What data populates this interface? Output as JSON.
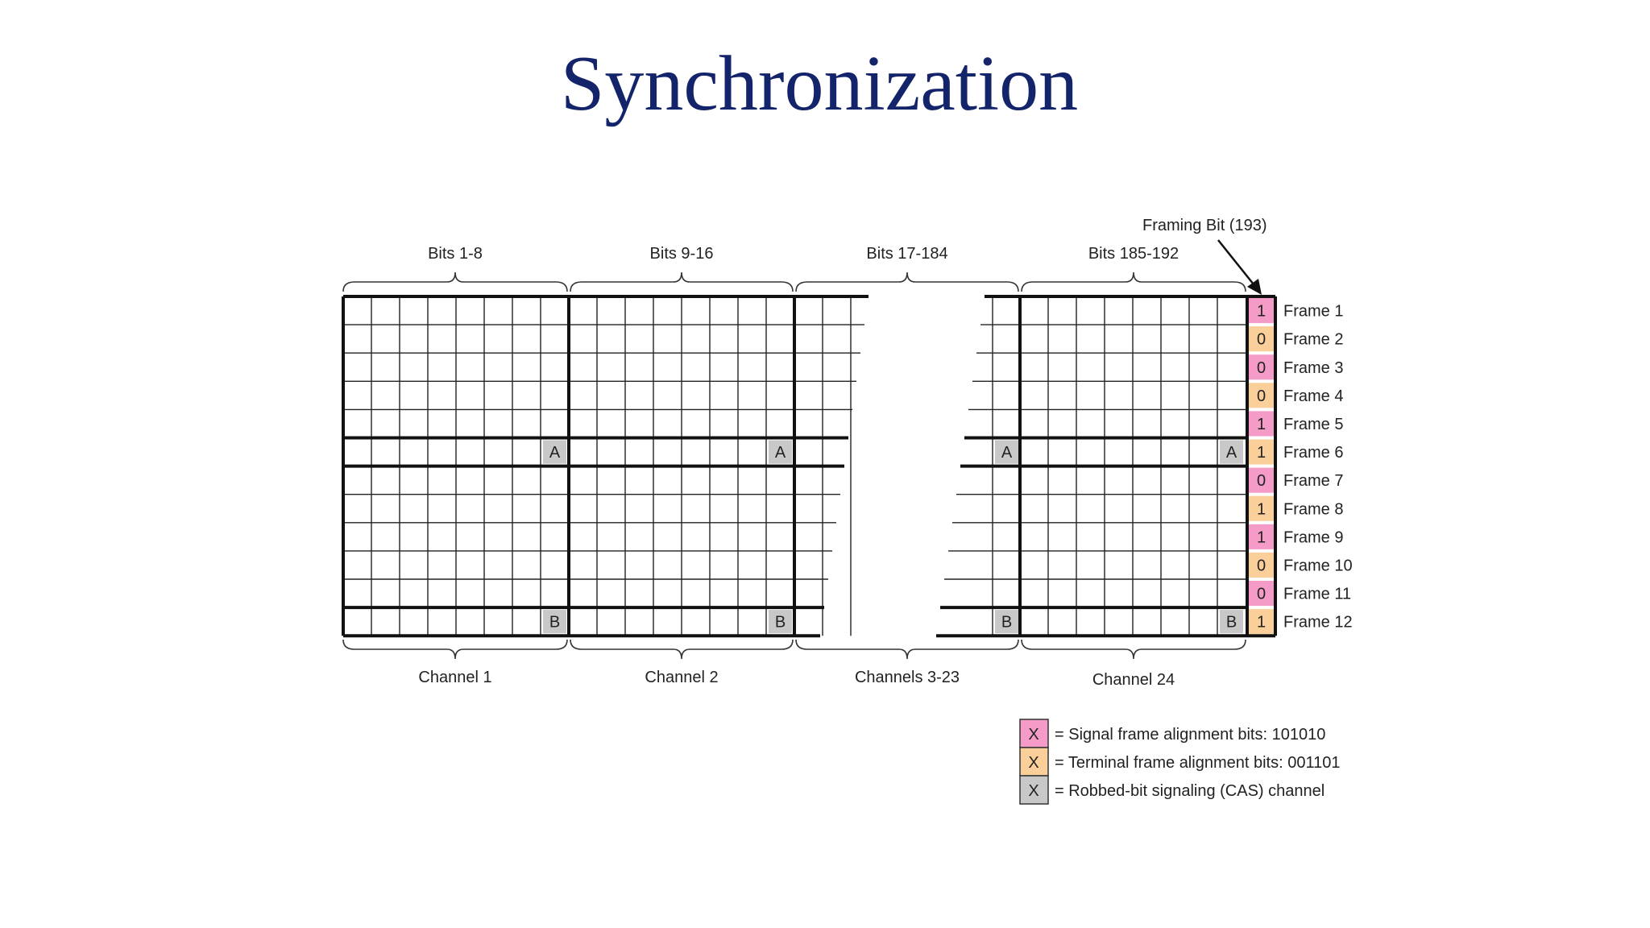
{
  "slide": {
    "title": "Synchronization"
  },
  "diagram": {
    "framing_bit_label": "Framing Bit (193)",
    "top_groups": [
      "Bits 1-8",
      "Bits 9-16",
      "Bits 17-184",
      "Bits 185-192"
    ],
    "bottom_groups": [
      "Channel 1",
      "Channel 2",
      "Channels 3-23",
      "Channel 24"
    ],
    "signaling_labels": {
      "frame_6": "A",
      "frame_12": "B"
    },
    "frames": [
      {
        "label": "Frame 1",
        "bit": "1",
        "type": "signal"
      },
      {
        "label": "Frame 2",
        "bit": "0",
        "type": "terminal"
      },
      {
        "label": "Frame 3",
        "bit": "0",
        "type": "signal"
      },
      {
        "label": "Frame 4",
        "bit": "0",
        "type": "terminal"
      },
      {
        "label": "Frame 5",
        "bit": "1",
        "type": "signal"
      },
      {
        "label": "Frame 6",
        "bit": "1",
        "type": "terminal"
      },
      {
        "label": "Frame 7",
        "bit": "0",
        "type": "signal"
      },
      {
        "label": "Frame 8",
        "bit": "1",
        "type": "terminal"
      },
      {
        "label": "Frame 9",
        "bit": "1",
        "type": "signal"
      },
      {
        "label": "Frame 10",
        "bit": "0",
        "type": "terminal"
      },
      {
        "label": "Frame 11",
        "bit": "0",
        "type": "signal"
      },
      {
        "label": "Frame 12",
        "bit": "1",
        "type": "terminal"
      }
    ],
    "colors": {
      "signal": "#f59bc8",
      "terminal": "#fbcf9a",
      "cas": "#c8c8c8",
      "title": "#14246a"
    },
    "legend": [
      {
        "marker": "X",
        "type": "signal",
        "text": "= Signal frame alignment bits: 101010"
      },
      {
        "marker": "X",
        "type": "terminal",
        "text": "= Terminal frame alignment bits: 001101"
      },
      {
        "marker": "X",
        "type": "cas",
        "text": "= Robbed-bit signaling (CAS) channel"
      }
    ]
  }
}
